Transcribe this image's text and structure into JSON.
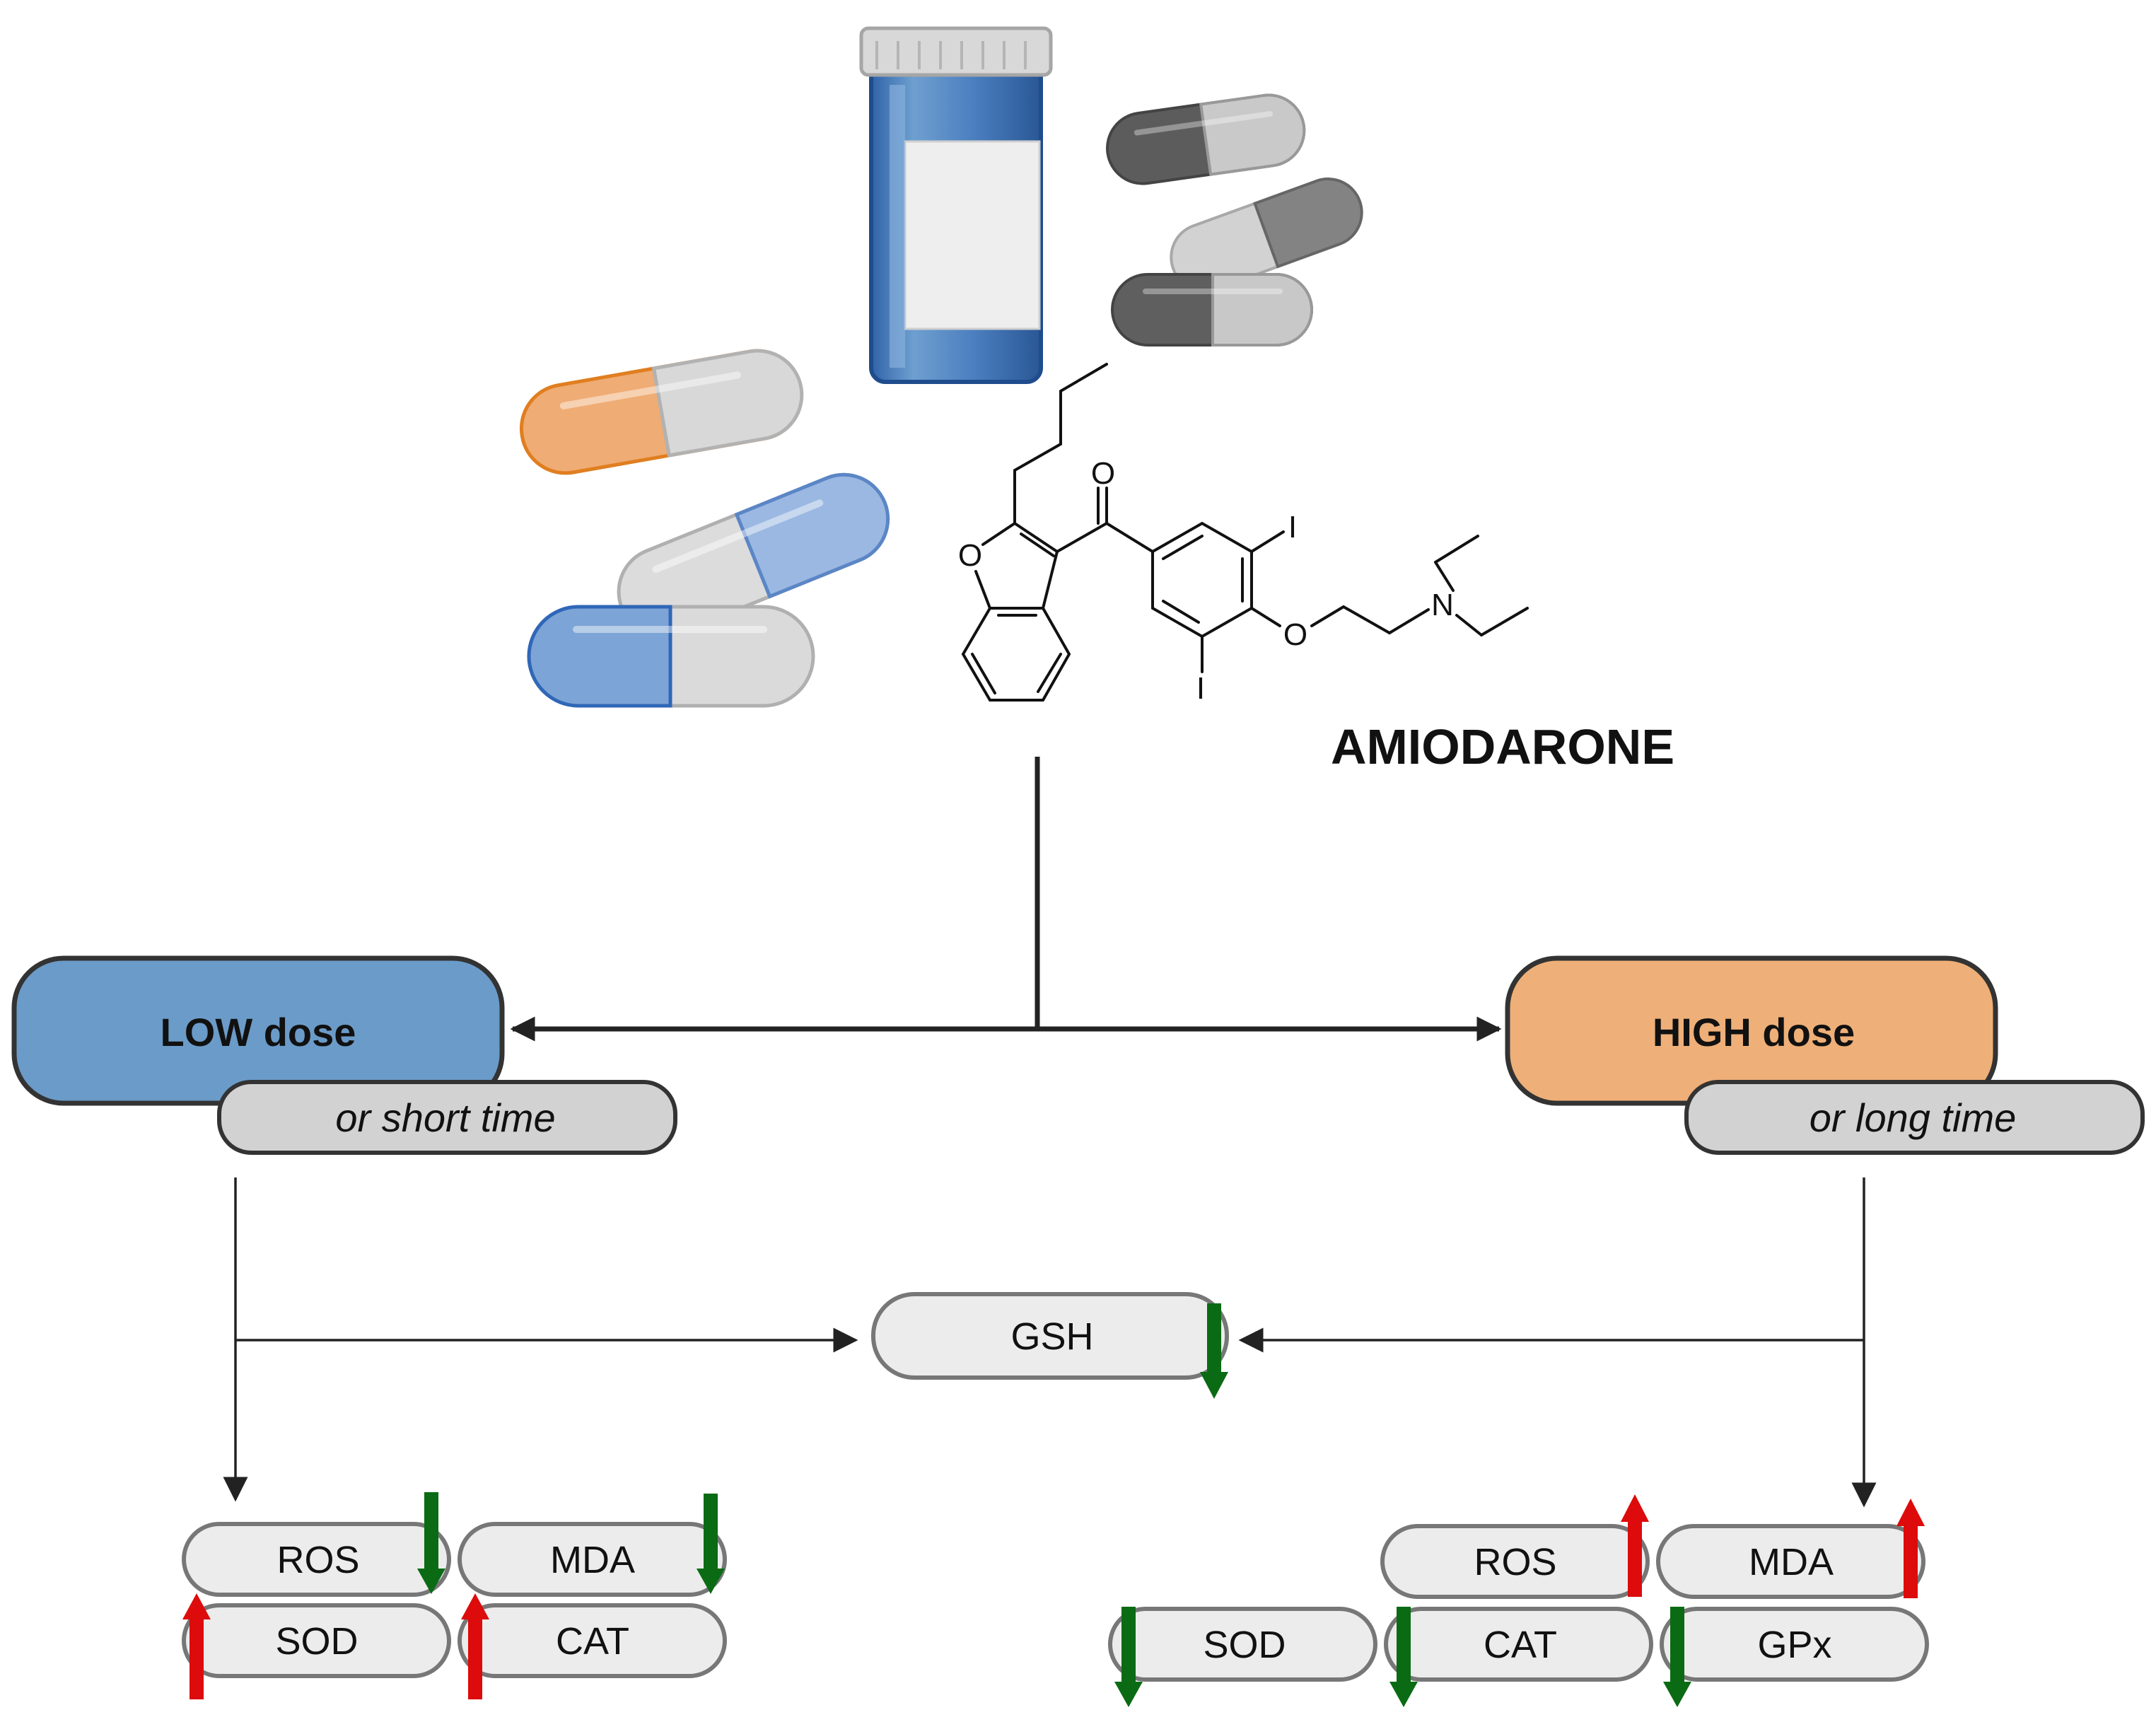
{
  "drug_name": "AMIODARONE",
  "molecule_atoms": {
    "o_furan": "O",
    "o_carbonyl": "O",
    "iodine_top": "I",
    "iodine_bottom": "I",
    "o_ether": "O",
    "nitrogen": "N"
  },
  "low_branch": {
    "dose": "LOW dose",
    "condition": "or short time"
  },
  "high_branch": {
    "dose": "HIGH dose",
    "condition": "or long time"
  },
  "shared_marker": {
    "label": "GSH",
    "direction": "down"
  },
  "low_markers": [
    {
      "label": "ROS",
      "direction": "down"
    },
    {
      "label": "MDA",
      "direction": "down"
    },
    {
      "label": "SOD",
      "direction": "up"
    },
    {
      "label": "CAT",
      "direction": "up"
    }
  ],
  "high_markers": [
    {
      "label": "ROS",
      "direction": "up"
    },
    {
      "label": "MDA",
      "direction": "up"
    },
    {
      "label": "SOD",
      "direction": "down"
    },
    {
      "label": "CAT",
      "direction": "down"
    },
    {
      "label": "GPx",
      "direction": "down"
    }
  ],
  "colors": {
    "low_dose": "#6b9bc8",
    "high_dose": "#eeaf78",
    "marker_fill": "#ececec",
    "condition_fill": "#d2d2d2",
    "up_arrow": "#dd0b0b",
    "down_arrow": "#0a6b14"
  }
}
